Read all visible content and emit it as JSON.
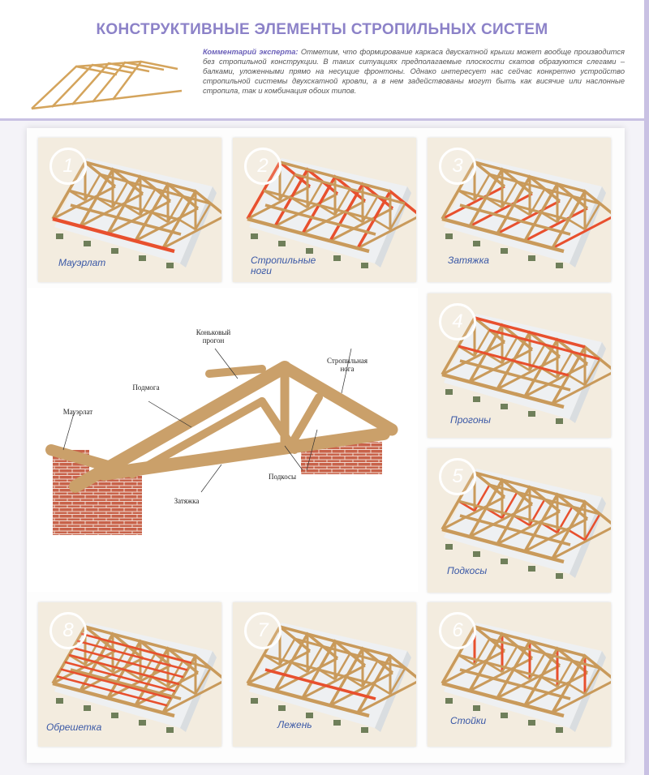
{
  "title": "КОНСТРУКТИВНЫЕ ЭЛЕМЕНТЫ СТРОПИЛЬНЫХ СИСТЕМ",
  "comment": {
    "lead": "Комментарий эксперта:",
    "text": " Отметим, что формирование каркаса двускатной крыши может вообще производится без стропильной конструкции. В таких ситуациях предполагаемые плоскости скатов образуются слегами – балками, уложенными прямо на несущие фронтоны. Однако интересует нас сейчас конкретно устройство стропильной системы двухскатной кровли, а в нем задействованы могут быть как висячие или наслонные стропила, так и комбинация обоих типов."
  },
  "panels": [
    {
      "number": "1",
      "label": "Мауэрлат",
      "highlight": "mauerlat"
    },
    {
      "number": "2",
      "label": "Стропильные ноги",
      "highlight": "rafters"
    },
    {
      "number": "3",
      "label": "Затяжка",
      "highlight": "tie"
    },
    {
      "number": "4",
      "label": "Прогоны",
      "highlight": "purlins"
    },
    {
      "number": "5",
      "label": "Подкосы",
      "highlight": "struts"
    },
    {
      "number": "6",
      "label": "Стойки",
      "highlight": "posts"
    },
    {
      "number": "7",
      "label": "Лежень",
      "highlight": "sill"
    },
    {
      "number": "8",
      "label": "Обрешетка",
      "highlight": "battens"
    }
  ],
  "main_labels": {
    "ridge": "Коньковый прогон",
    "rafter": "Стропильная нога",
    "podmoga": "Подмога",
    "mauerlat": "Мауэрлат",
    "struts": "Подкосы",
    "tie": "Затяжка"
  },
  "colors": {
    "wood": "#c99a5b",
    "highlight": "#e8502e",
    "label": "#3a58a6",
    "title": "#8c82c8"
  }
}
